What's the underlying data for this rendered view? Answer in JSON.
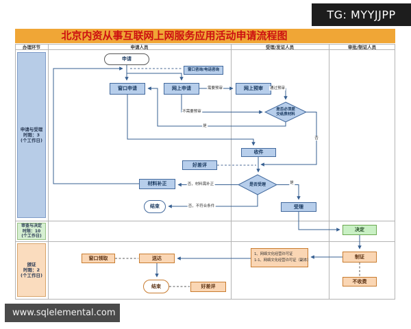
{
  "badge": {
    "text": "TG: MYYJJPP"
  },
  "watermark": {
    "text": "www.sqlelemental.com"
  },
  "title": {
    "text": "北京内资从事互联网上网服务应用活动申请流程图"
  },
  "headers": {
    "lane": "办理环节",
    "applicant": "申请人员",
    "acceptance": "受理/发证人员",
    "approval": "审批/制证人员"
  },
  "lanes": {
    "l1": {
      "line1": "申请与受理",
      "line2": "时限：3",
      "line3": "(个工作日)"
    },
    "l2": {
      "line1": "审查与决定",
      "line2": "时限：10",
      "line3": "(个工作日)"
    },
    "l3": {
      "line1": "颁证",
      "line2": "时限：2",
      "line3": "(个工作日)"
    }
  },
  "nodes": {
    "start": "申请",
    "consult": "窗口咨询/电话咨询",
    "window_apply": "窗口申请",
    "online_apply": "网上申请",
    "online_precheck": "网上预审",
    "paper_q1": "是否必须提",
    "paper_q2": "交纸质材料",
    "receive": "收件",
    "review_upper": "好差评",
    "accept_q": "是否受理",
    "supplement": "材料补正",
    "end_upper": "结束",
    "accept": "受理",
    "decide": "决定",
    "make_cert": "制证",
    "license1": "1、网络文化经营许可证",
    "license2": "1-1、网络文化经营许可证（副本）",
    "no_fee": "不收费",
    "window_pickup": "窗口领取",
    "deliver": "送达",
    "end_lower": "结束",
    "review_lower": "好差评"
  },
  "edge_labels": {
    "need_precheck": "需要预审",
    "pass_precheck": "通过预审",
    "no_precheck": "不需要预审",
    "yes_paper": "是",
    "no_paper": "否",
    "yes_accept": "是",
    "no_supplement": "否，材料需补正",
    "no_reject": "否，不符合条件"
  },
  "colors": {
    "blue_fill": "#b7ceeb",
    "blue_border": "#41689c",
    "green_fill": "#c9f0c4",
    "green_border": "#6aa84f",
    "orange_fill": "#fad6b4",
    "orange_border": "#c87b2e",
    "title_bg": "#f0a636",
    "title_text": "#cc1111",
    "line": "#365f91",
    "grid": "#b3b3b3"
  }
}
